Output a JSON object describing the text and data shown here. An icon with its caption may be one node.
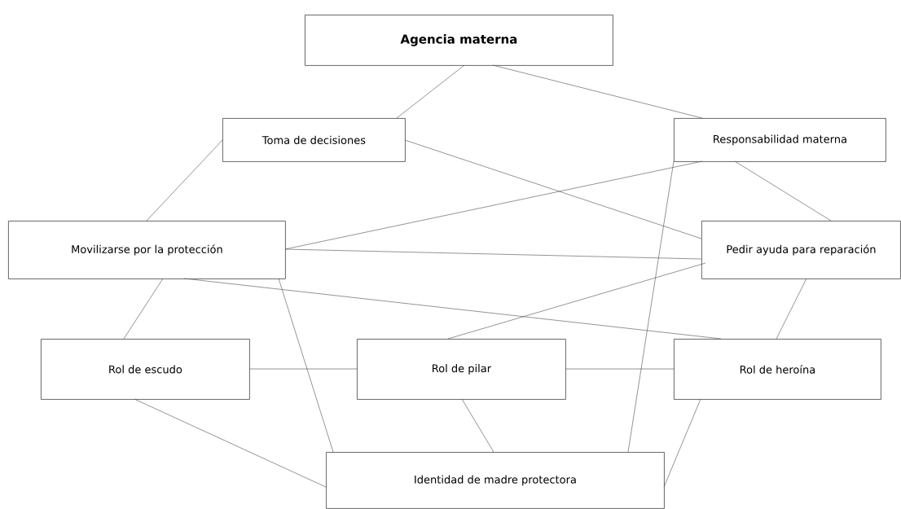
{
  "diagram": {
    "nodes": [
      {
        "text": [
          "**Agencia materna**"
        ]
      },
      {
        "text": [
          "Toma de decisiones"
        ]
      },
      {
        "text": [
          "Responsabilidad materna"
        ]
      },
      {
        "text": [
          "Movilizarse por la protección"
        ]
      },
      {
        "text": [
          "Pedir ayuda para reparación"
        ]
      },
      {
        "text": [
          "Rol de escudo"
        ]
      },
      {
        "text": [
          "Rol de pilar"
        ]
      },
      {
        "text": [
          "Rol de heroína"
        ]
      },
      {
        "text": [
          "Identidad de madre protectora"
        ]
      }
    ],
    "edges": [
      {
        "from": 0,
        "to": 1,
        "arrow": "none"
      },
      {
        "from": 0,
        "to": 2,
        "arrow": "none"
      },
      {
        "from": 1,
        "to": 3,
        "arrow": "none"
      },
      {
        "from": 1,
        "to": 4,
        "arrow": "none"
      },
      {
        "from": 2,
        "to": 3,
        "arrow": "none"
      },
      {
        "from": 2,
        "to": 4,
        "arrow": "none"
      },
      {
        "from": 2,
        "to": 8,
        "arrow": "none"
      },
      {
        "from": 3,
        "to": 4,
        "arrow": "none"
      },
      {
        "from": 3,
        "to": 5,
        "arrow": "none"
      },
      {
        "from": 3,
        "to": 7,
        "arrow": "none"
      },
      {
        "from": 3,
        "to": 8,
        "arrow": "none"
      },
      {
        "from": 4,
        "to": 6,
        "arrow": "none"
      },
      {
        "from": 4,
        "to": 7,
        "arrow": "none"
      },
      {
        "from": 5,
        "to": 6,
        "arrow": "none"
      },
      {
        "from": 6,
        "to": 7,
        "arrow": "none"
      },
      {
        "from": 5,
        "to": 8,
        "arrow": "none"
      },
      {
        "from": 6,
        "to": 8,
        "arrow": "none"
      },
      {
        "from": 7,
        "to": 8,
        "arrow": "none"
      }
    ]
  }
}
